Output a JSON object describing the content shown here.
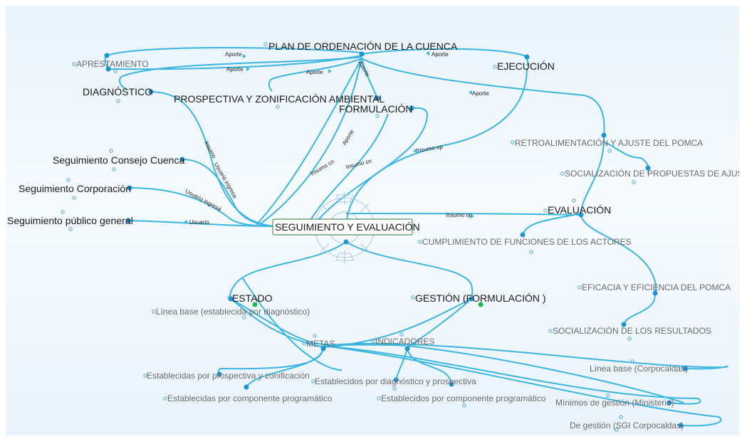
{
  "colors": {
    "edge": "#3ab6e0",
    "node": "#1a95d2",
    "accent_green": "#1fb84a",
    "center_border": "#2d7a3c"
  },
  "center": {
    "label": "SEGUIMIENTO Y EVALUACIÓN",
    "icon": "gear-wheel-icon"
  },
  "nodes": {
    "plan": "PLAN DE ORDENACIÓN DE LA CUENCA",
    "aprestamiento": "APRESTAMIENTO",
    "ejecucion": "EJECUCIÓN",
    "diagnostico": "DIAGNÓSTICO",
    "prospectiva": "PROSPECTIVA Y ZONIFICACIÓN AMBIENTAL",
    "formulacion": "FORMULACIÓN",
    "seg_consejo": "Seguimiento Consejo Cuenca",
    "seg_corporacion": "Seguimiento Corporación",
    "seg_publico": "Seguimiento público general",
    "retroalimentacion": "RETROALIMENTACIÓN Y AJUSTE DEL POMCA",
    "socializacion_ajuste": "SOCIALIZACIÓN DE PROPUESTAS DE AJUSTE",
    "evaluacion": "EVALUACIÓN",
    "cumplimiento": "CUMPLIMIENTO DE FUNCIONES DE LOS ACTORES",
    "eficacia": "EFICACIA Y EFICIENCIA DEL POMCA",
    "socializacion_resultados": "SOCIALIZACIÓN DE LOS RESULTADOS",
    "estado": "ESTADO",
    "gestion": "GESTIÓN (FORMULACIÓN )",
    "linea_base_diag": "Línea base (establecida por diagnóstico)",
    "metas": "METAS",
    "indicadores": "INDICADORES",
    "est_prospectiva": "Establecidas por prospectiva y zonificación",
    "est_componente_a": "Establecidas por componente programático",
    "est_diagnostico": "Establecidos por diagnóstico y prospectiva",
    "est_componente_b": "Establecidos por componente programático",
    "linea_base_corpo": "Línea base (Corpocaldas)",
    "minimos_gestion": "Mínimos de gestión (Ministerio)",
    "de_gestion": "De gestión (SGI Corpocaldas)"
  },
  "edge_labels": {
    "aporte": "Aporte",
    "insumo_op": "Insumo op",
    "insumo_cn": "Insumo cn",
    "insumo": "Insumo",
    "usuario_ingresa": "Usuario ingresa",
    "usuario": "Usuario"
  }
}
